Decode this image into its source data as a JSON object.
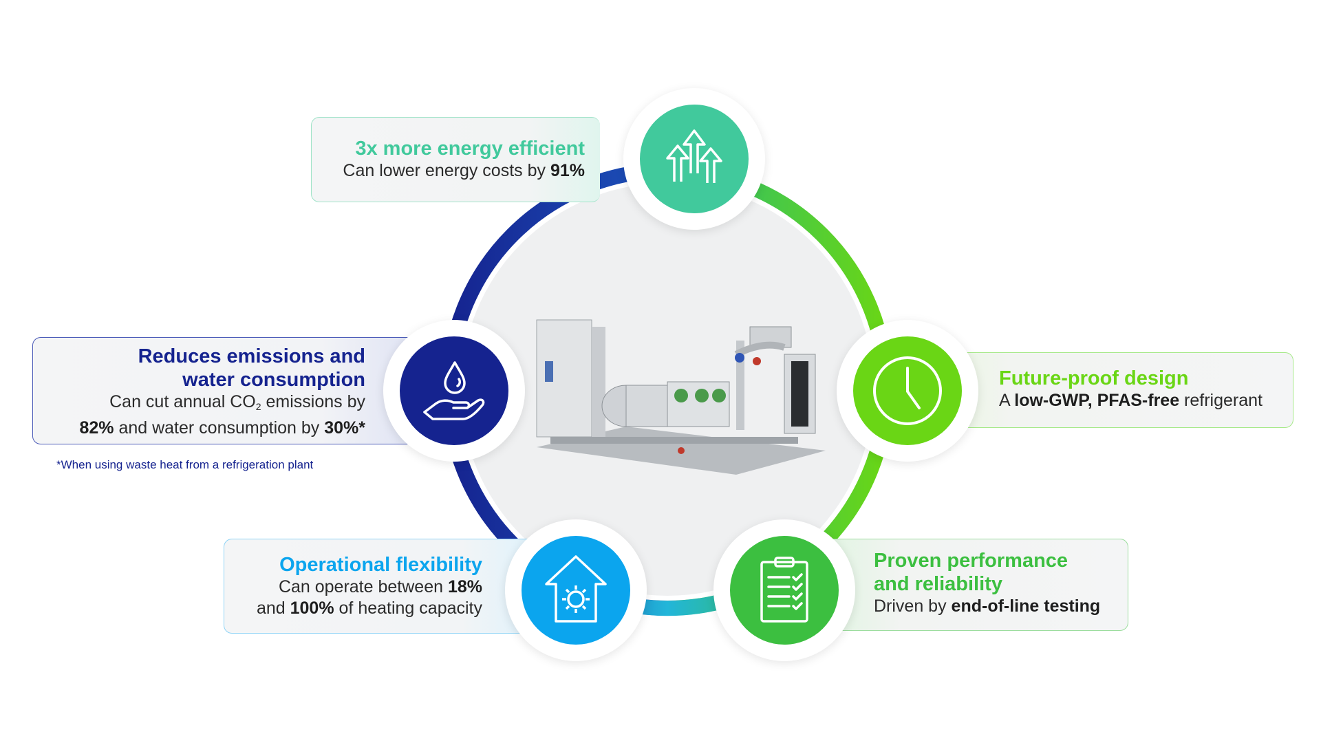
{
  "colors": {
    "teal": "#41c99c",
    "navy": "#15238f",
    "lime": "#6ad615",
    "sky": "#0ba5ee",
    "green": "#3cbf40",
    "center_bg": "#eff0f1"
  },
  "features": {
    "energy": {
      "title": "3x more energy efficient",
      "text_pre": "Can lower energy costs by ",
      "text_bold": "91%",
      "icon": "arrows-up-icon"
    },
    "emissions": {
      "title_line1": "Reduces emissions and",
      "title_line2": "water consumption",
      "text_pre": "Can cut annual CO",
      "text_sub": "2",
      "text_post": " emissions by",
      "text_bold1": "82%",
      "text_mid": " and water consumption by ",
      "text_bold2": "30%*",
      "icon": "water-drop-hand-icon"
    },
    "futureproof": {
      "title": "Future-proof design",
      "text_pre": "A ",
      "text_bold": "low-GWP, PFAS-free",
      "text_post": " refrigerant",
      "icon": "clock-icon"
    },
    "flexibility": {
      "title": "Operational flexibility",
      "line1_pre": "Can operate between ",
      "line1_bold": "18%",
      "line2_pre": "and ",
      "line2_bold": "100%",
      "line2_post": " of heating capacity",
      "icon": "house-gear-icon"
    },
    "performance": {
      "title_line1": "Proven performance",
      "title_line2": "and reliability",
      "text_pre": "Driven by ",
      "text_bold": "end-of-line testing",
      "icon": "clipboard-checklist-icon"
    }
  },
  "footnote": "*When using waste heat from a refrigeration plant",
  "center_image": "heat-pump-unit-image"
}
